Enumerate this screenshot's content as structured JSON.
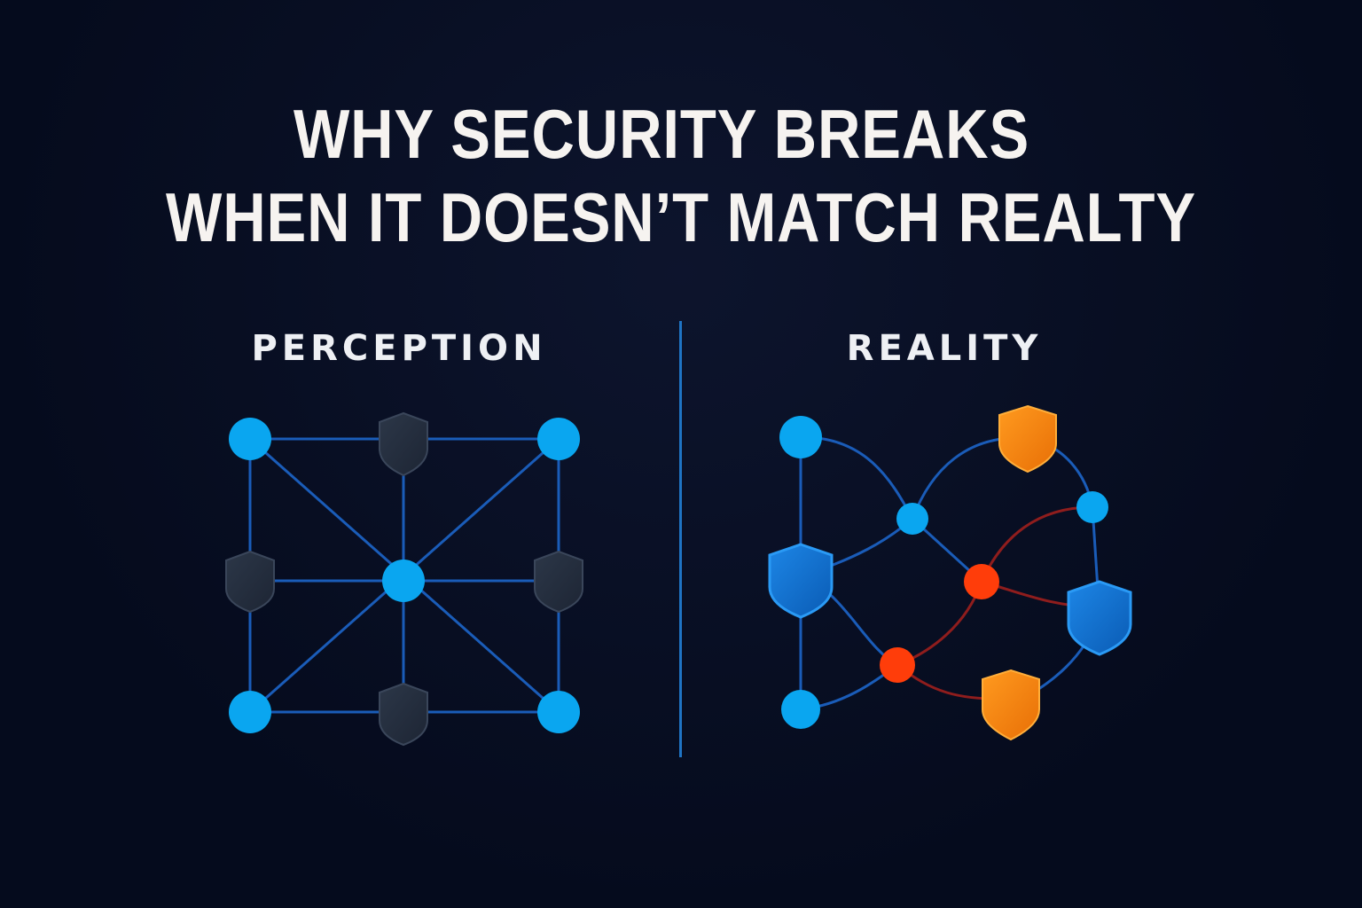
{
  "title": {
    "line1": "WHY SECURITY BREAKS",
    "line2": "WHEN IT DOESN’T MATCH REALTY"
  },
  "panels": {
    "perception": {
      "label": "PERCEPTION",
      "node_color": "#0aa6f0",
      "shield_color": "#252f40",
      "edge_color": "#1a5cb8",
      "nodes": [
        "n-top-left",
        "n-top-right",
        "n-center",
        "n-bottom-left",
        "n-bottom-right"
      ],
      "shields": [
        "s-top",
        "s-left",
        "s-right",
        "s-bottom"
      ]
    },
    "reality": {
      "label": "REALITY",
      "node_color": "#0aa6f0",
      "compromised_node_color": "#ff3d0a",
      "blue_shield_color": "#0b6ccf",
      "orange_shield_color": "#f58a0e",
      "edge_color": "#1a5cb8",
      "compromised_edge_color": "#8f1d1d"
    }
  },
  "colors": {
    "background": "#050b1d",
    "divider": "#1f74c4",
    "title_text": "#f6f3f0"
  }
}
